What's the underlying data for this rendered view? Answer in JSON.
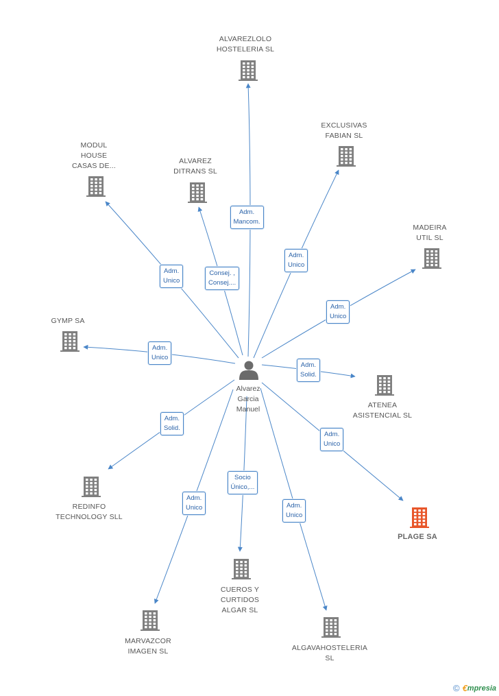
{
  "colors": {
    "edge": "#4a86c8",
    "building": "#7f7f7f",
    "building_highlight": "#e8562a",
    "person": "#6b6b6b"
  },
  "center": {
    "name": "Alvarez\nGarcia\nManuel",
    "icon": "person-icon"
  },
  "nodes": [
    {
      "id": "alvarezlolo",
      "name": "ALVAREZLOLO\nHOSTELERIA SL",
      "relation": "Adm.\nMancom.",
      "highlight": false,
      "icon": "building-icon"
    },
    {
      "id": "exclusivas",
      "name": "EXCLUSIVAS\nFABIAN SL",
      "relation": "Adm.\nUnico",
      "highlight": false,
      "icon": "building-icon"
    },
    {
      "id": "madeira",
      "name": "MADEIRA\nUTIL SL",
      "relation": "Adm.\nUnico",
      "highlight": false,
      "icon": "building-icon"
    },
    {
      "id": "atenea",
      "name": "ATENEA\nASISTENCIAL SL",
      "relation": "Adm.\nSolid.",
      "highlight": false,
      "icon": "building-icon"
    },
    {
      "id": "plage",
      "name": "PLAGE SA",
      "relation": "Adm.\nUnico",
      "highlight": true,
      "icon": "building-icon"
    },
    {
      "id": "algava",
      "name": "ALGAVAHOSTELERIA\nSL",
      "relation": "Adm.\nUnico",
      "highlight": false,
      "icon": "building-icon"
    },
    {
      "id": "cueros",
      "name": "CUEROS Y\nCURTIDOS\nALGAR  SL",
      "relation": "Socio\nÚnico,...",
      "highlight": false,
      "icon": "building-icon"
    },
    {
      "id": "marvazcor",
      "name": "MARVAZCOR\nIMAGEN SL",
      "relation": "Adm.\nUnico",
      "highlight": false,
      "icon": "building-icon"
    },
    {
      "id": "redinfo",
      "name": "REDINFO\nTECHNOLOGY SLL",
      "relation": "Adm.\nSolid.",
      "highlight": false,
      "icon": "building-icon"
    },
    {
      "id": "gymp",
      "name": "GYMP SA",
      "relation": "Adm.\nUnico",
      "highlight": false,
      "icon": "building-icon"
    },
    {
      "id": "modul",
      "name": "MODUL\nHOUSE\nCASAS DE...",
      "relation": "Adm.\nUnico",
      "highlight": false,
      "icon": "building-icon"
    },
    {
      "id": "ditrans",
      "name": "ALVAREZ\nDITRANS SL",
      "relation": "Consej. ,\nConsej....",
      "highlight": false,
      "icon": "building-icon"
    }
  ],
  "footer": {
    "copyright": "©",
    "brand_initial": "€",
    "brand": "mpresia"
  }
}
